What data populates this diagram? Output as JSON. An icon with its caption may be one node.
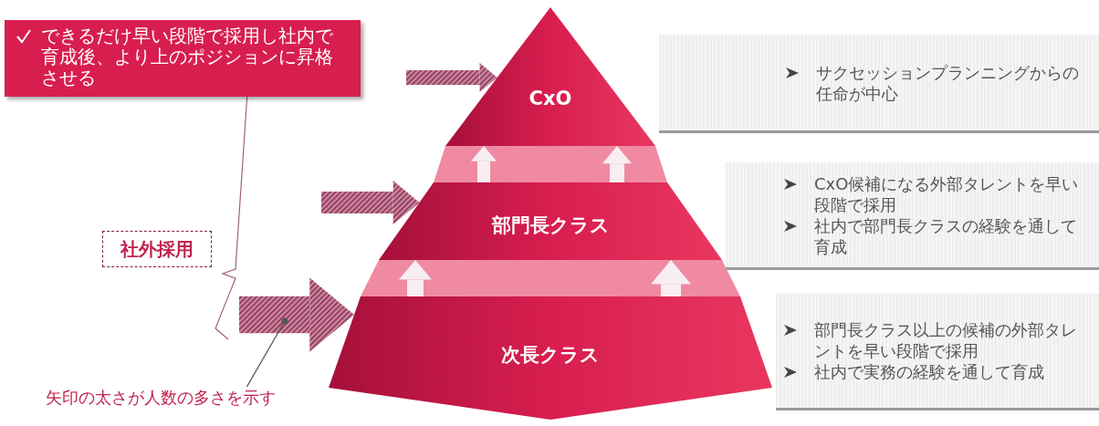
{
  "diagram": {
    "nodes": [
      {
        "text": [
          "できるだけ早い段階で採用し社内で育成後、より上のポジションに昇格させる"
        ]
      },
      {
        "text": [
          "社外採用"
        ]
      },
      {
        "text": [
          "CxO"
        ]
      },
      {
        "text": [
          "部門長クラス"
        ]
      },
      {
        "text": [
          "次長クラス"
        ]
      },
      {
        "text": [
          "サクセッションプランニングからの任命が中心"
        ]
      },
      {
        "text": [
          "CxO候補になる外部タレントを早い段階で採用",
          "社内で部門長クラスの経験を通して育成"
        ]
      },
      {
        "text": [
          "部門長クラス以上の候補の外部タレントを早い段階で採用",
          "社内で実務の経験を通して育成"
        ]
      },
      {
        "text": [
          "矢印の太さが人数の多さを示す"
        ]
      }
    ],
    "edges": [
      {
        "from": null,
        "to": 2,
        "arrow": "to"
      },
      {
        "from": null,
        "to": 3,
        "arrow": "to"
      },
      {
        "from": null,
        "to": 4,
        "arrow": "to",
        "style": "thick"
      },
      {
        "from": 4,
        "to": 3,
        "arrow": "to"
      },
      {
        "from": 4,
        "to": 3,
        "arrow": "to"
      },
      {
        "from": 3,
        "to": 2,
        "arrow": "to"
      },
      {
        "from": 3,
        "to": 2,
        "arrow": "to"
      },
      {
        "from": 8,
        "to": null,
        "arrow": "other",
        "color": "#555555"
      }
    ]
  }
}
